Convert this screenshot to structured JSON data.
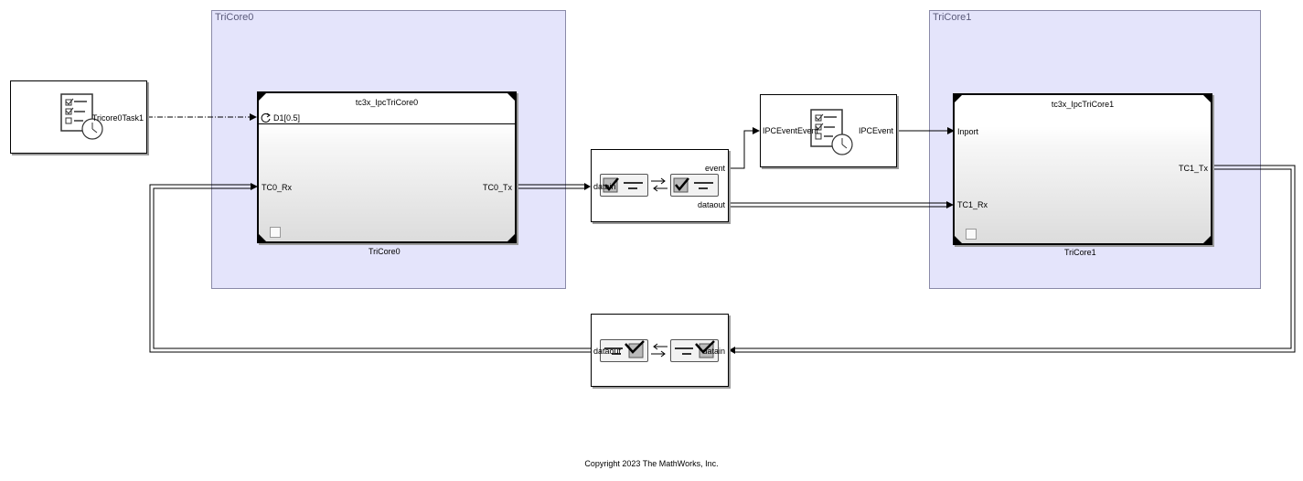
{
  "areas": {
    "tricore0": {
      "label": "TriCore0"
    },
    "tricore1": {
      "label": "TriCore1"
    }
  },
  "task_block": {
    "port_label": "Tricore0Task1"
  },
  "subsystem0": {
    "title": "tc3x_IpcTriCore0",
    "trigger_port": "D1[0.5]",
    "input_port": "TC0_Rx",
    "output_port": "TC0_Tx",
    "name": "TriCore0"
  },
  "send_block": {
    "input_port": "datain",
    "event_port": "event",
    "data_port": "dataout"
  },
  "ipc_event_block": {
    "input_port": "IPCEventEvent",
    "output_port": "IPCEvent"
  },
  "subsystem1": {
    "title": "tc3x_IpcTriCore1",
    "trigger_port": "Inport",
    "input_port": "TC1_Rx",
    "output_port": "TC1_Tx",
    "name": "TriCore1"
  },
  "receive_block": {
    "output_port": "dataout",
    "input_port": "datain"
  },
  "footer": {
    "copyright": "Copyright 2023 The MathWorks, Inc."
  }
}
